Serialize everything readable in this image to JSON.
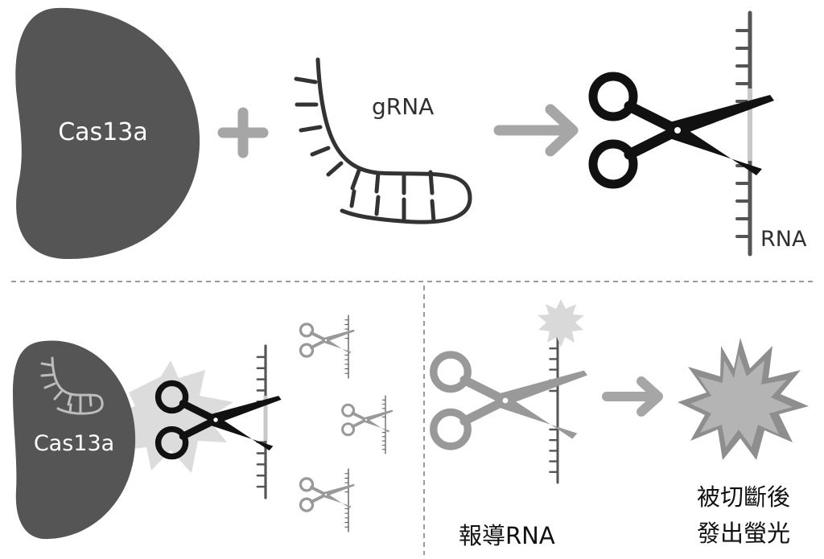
{
  "top": {
    "protein_label": "Cas13a",
    "guide_label": "gRNA",
    "target_label": "RNA"
  },
  "bottom_left": {
    "protein_label": "Cas13a"
  },
  "bottom_right": {
    "reporter_label": "報導RNA",
    "result_line1": "被切斷後",
    "result_line2": "發出螢光"
  },
  "colors": {
    "protein": "#555555",
    "arrow": "#a6a6a6",
    "scissors_active": "#111111",
    "scissors_inactive": "#999999",
    "burst": "#d9d9d9",
    "fluorescence": "#a9a9a9",
    "rna": "#555555"
  }
}
